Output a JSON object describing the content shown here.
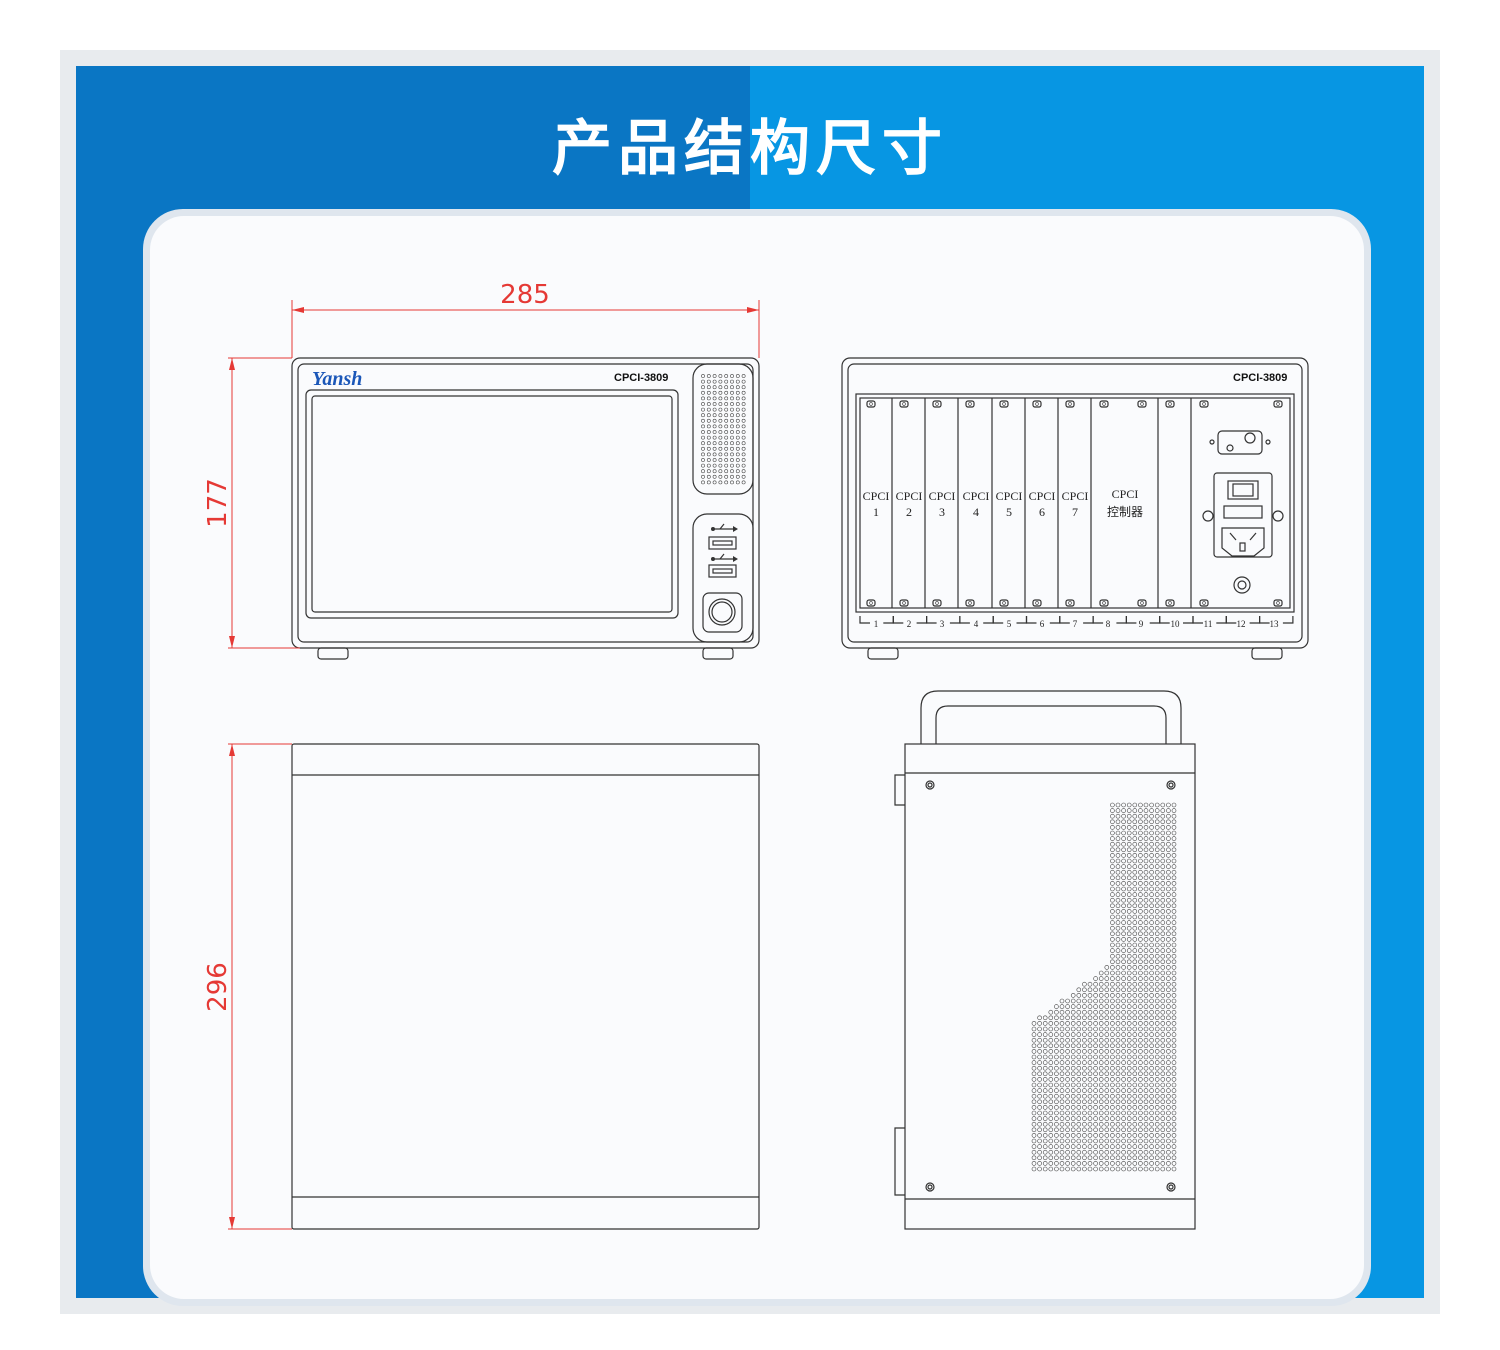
{
  "title": "产品结构尺寸",
  "dimensions": {
    "width": "285",
    "height": "177",
    "depth": "296"
  },
  "front_view": {
    "logo": "Yansh",
    "model": "CPCI-3809"
  },
  "rear_view": {
    "model": "CPCI-3809",
    "slots": [
      {
        "top": "CPCI",
        "bottom": "1"
      },
      {
        "top": "CPCI",
        "bottom": "2"
      },
      {
        "top": "CPCI",
        "bottom": "3"
      },
      {
        "top": "CPCI",
        "bottom": "4"
      },
      {
        "top": "CPCI",
        "bottom": "5"
      },
      {
        "top": "CPCI",
        "bottom": "6"
      },
      {
        "top": "CPCI",
        "bottom": "7"
      },
      {
        "top": "CPCI",
        "bottom": "控制器"
      }
    ],
    "slot_numbers": [
      "1",
      "2",
      "3",
      "4",
      "5",
      "6",
      "7",
      "8",
      "9",
      "10",
      "11",
      "12",
      "13"
    ]
  },
  "colors": {
    "banner_dark": "#0a76c4",
    "banner_light": "#0796e3",
    "dimension": "#e53935"
  }
}
